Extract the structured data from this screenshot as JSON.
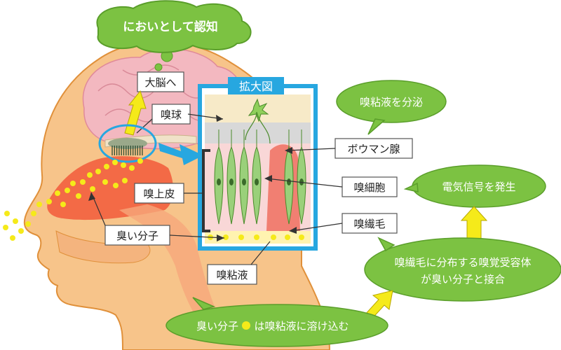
{
  "title_bubble": "においとして認知",
  "labels": {
    "to_brain": "大脳へ",
    "olfactory_bulb": "嗅球",
    "zoom_view": "拡大図",
    "bowman_gland": "ボウマン腺",
    "olfactory_epithelium": "嗅上皮",
    "olfactory_cell": "嗅細胞",
    "olfactory_cilia": "嗅繊毛",
    "odor_molecule": "臭い分子",
    "mucus": "嗅粘液"
  },
  "bubbles": {
    "secrete_mucus": "嗅粘液を分泌",
    "electric_signal": "電気信号を発生",
    "receptor_line1": "嗅繊毛に分布する嗅覚受容体",
    "receptor_line2": "が臭い分子と接合",
    "dissolve_before": "臭い分子",
    "dissolve_after": "は嗅粘液に溶け込む"
  },
  "colors": {
    "bubble_green": "#7cc242",
    "bubble_border": "#5a9e2a",
    "skin": "#f7c48a",
    "skin_outline": "#e0903a",
    "brain": "#f3b8c0",
    "zoom_frame": "#27a7e0",
    "odor_dot": "#f5ea1a",
    "nasal_red": "#f25a3a"
  }
}
